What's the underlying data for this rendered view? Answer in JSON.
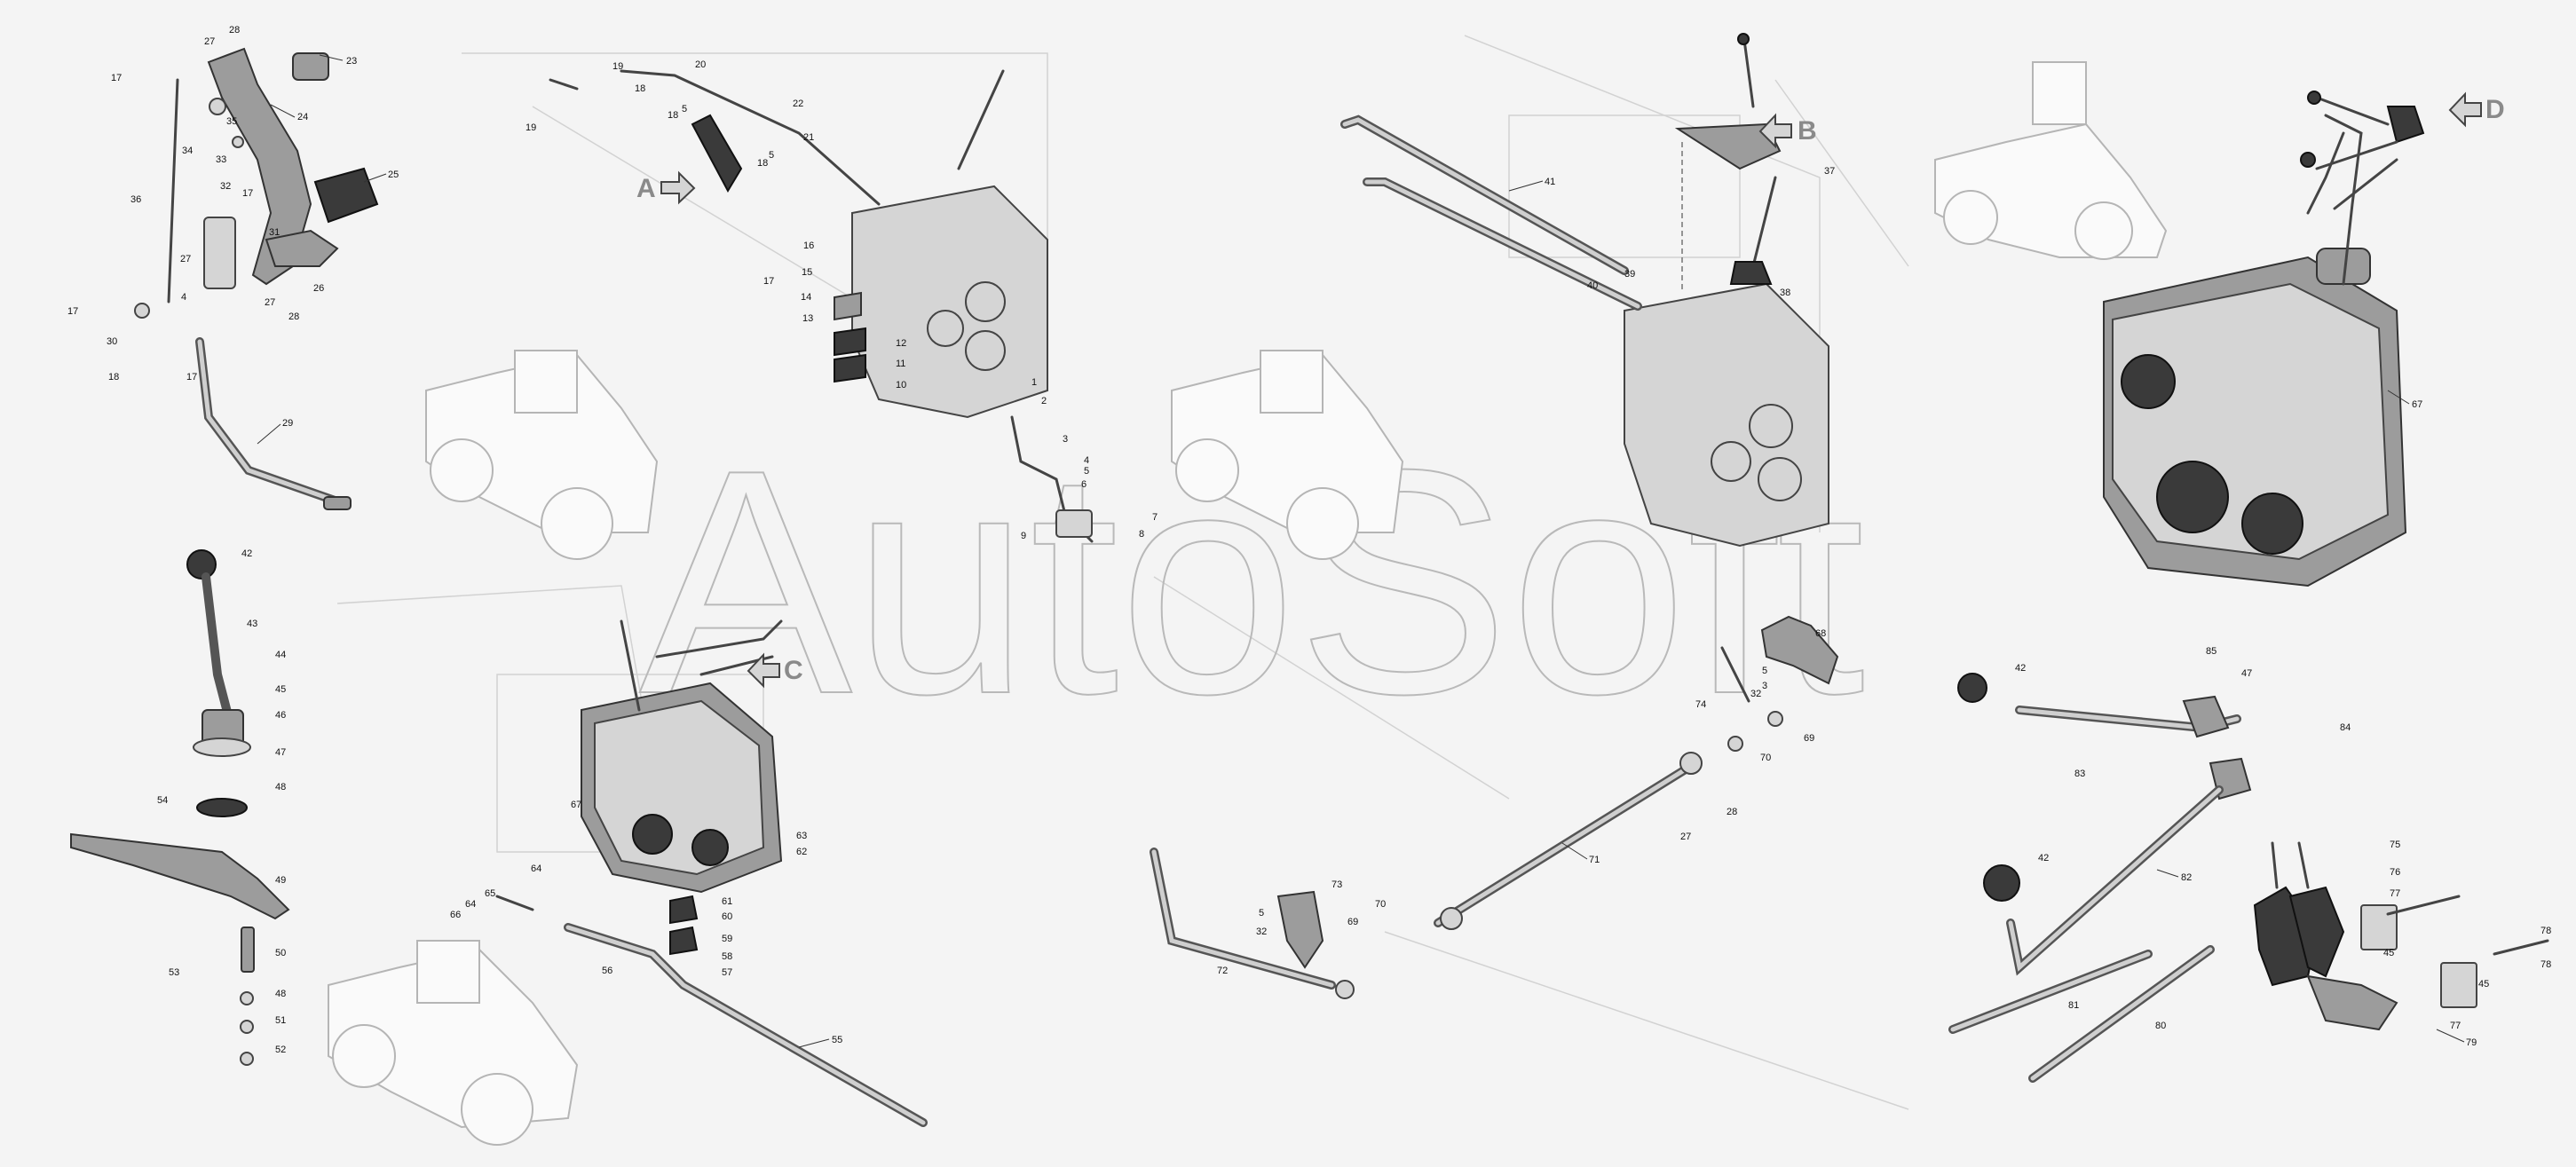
{
  "watermark": "AutoSoft",
  "views": [
    "A",
    "B",
    "C",
    "D"
  ],
  "labels": [
    "1",
    "2",
    "3",
    "4",
    "5",
    "6",
    "7",
    "8",
    "9",
    "10",
    "11",
    "12",
    "13",
    "14",
    "15",
    "16",
    "17",
    "18",
    "19",
    "20",
    "21",
    "22",
    "23",
    "24",
    "25",
    "26",
    "27",
    "28",
    "29",
    "30",
    "31",
    "32",
    "33",
    "34",
    "35",
    "36",
    "37",
    "38",
    "39",
    "40",
    "41",
    "42",
    "43",
    "44",
    "45",
    "46",
    "47",
    "48",
    "49",
    "50",
    "51",
    "52",
    "53",
    "54",
    "55",
    "56",
    "57",
    "58",
    "59",
    "60",
    "61",
    "62",
    "63",
    "64",
    "65",
    "66",
    "67",
    "68",
    "69",
    "70",
    "71",
    "72",
    "73",
    "74",
    "75",
    "76",
    "77",
    "78",
    "79",
    "80",
    "81",
    "82",
    "83",
    "84",
    "85"
  ]
}
